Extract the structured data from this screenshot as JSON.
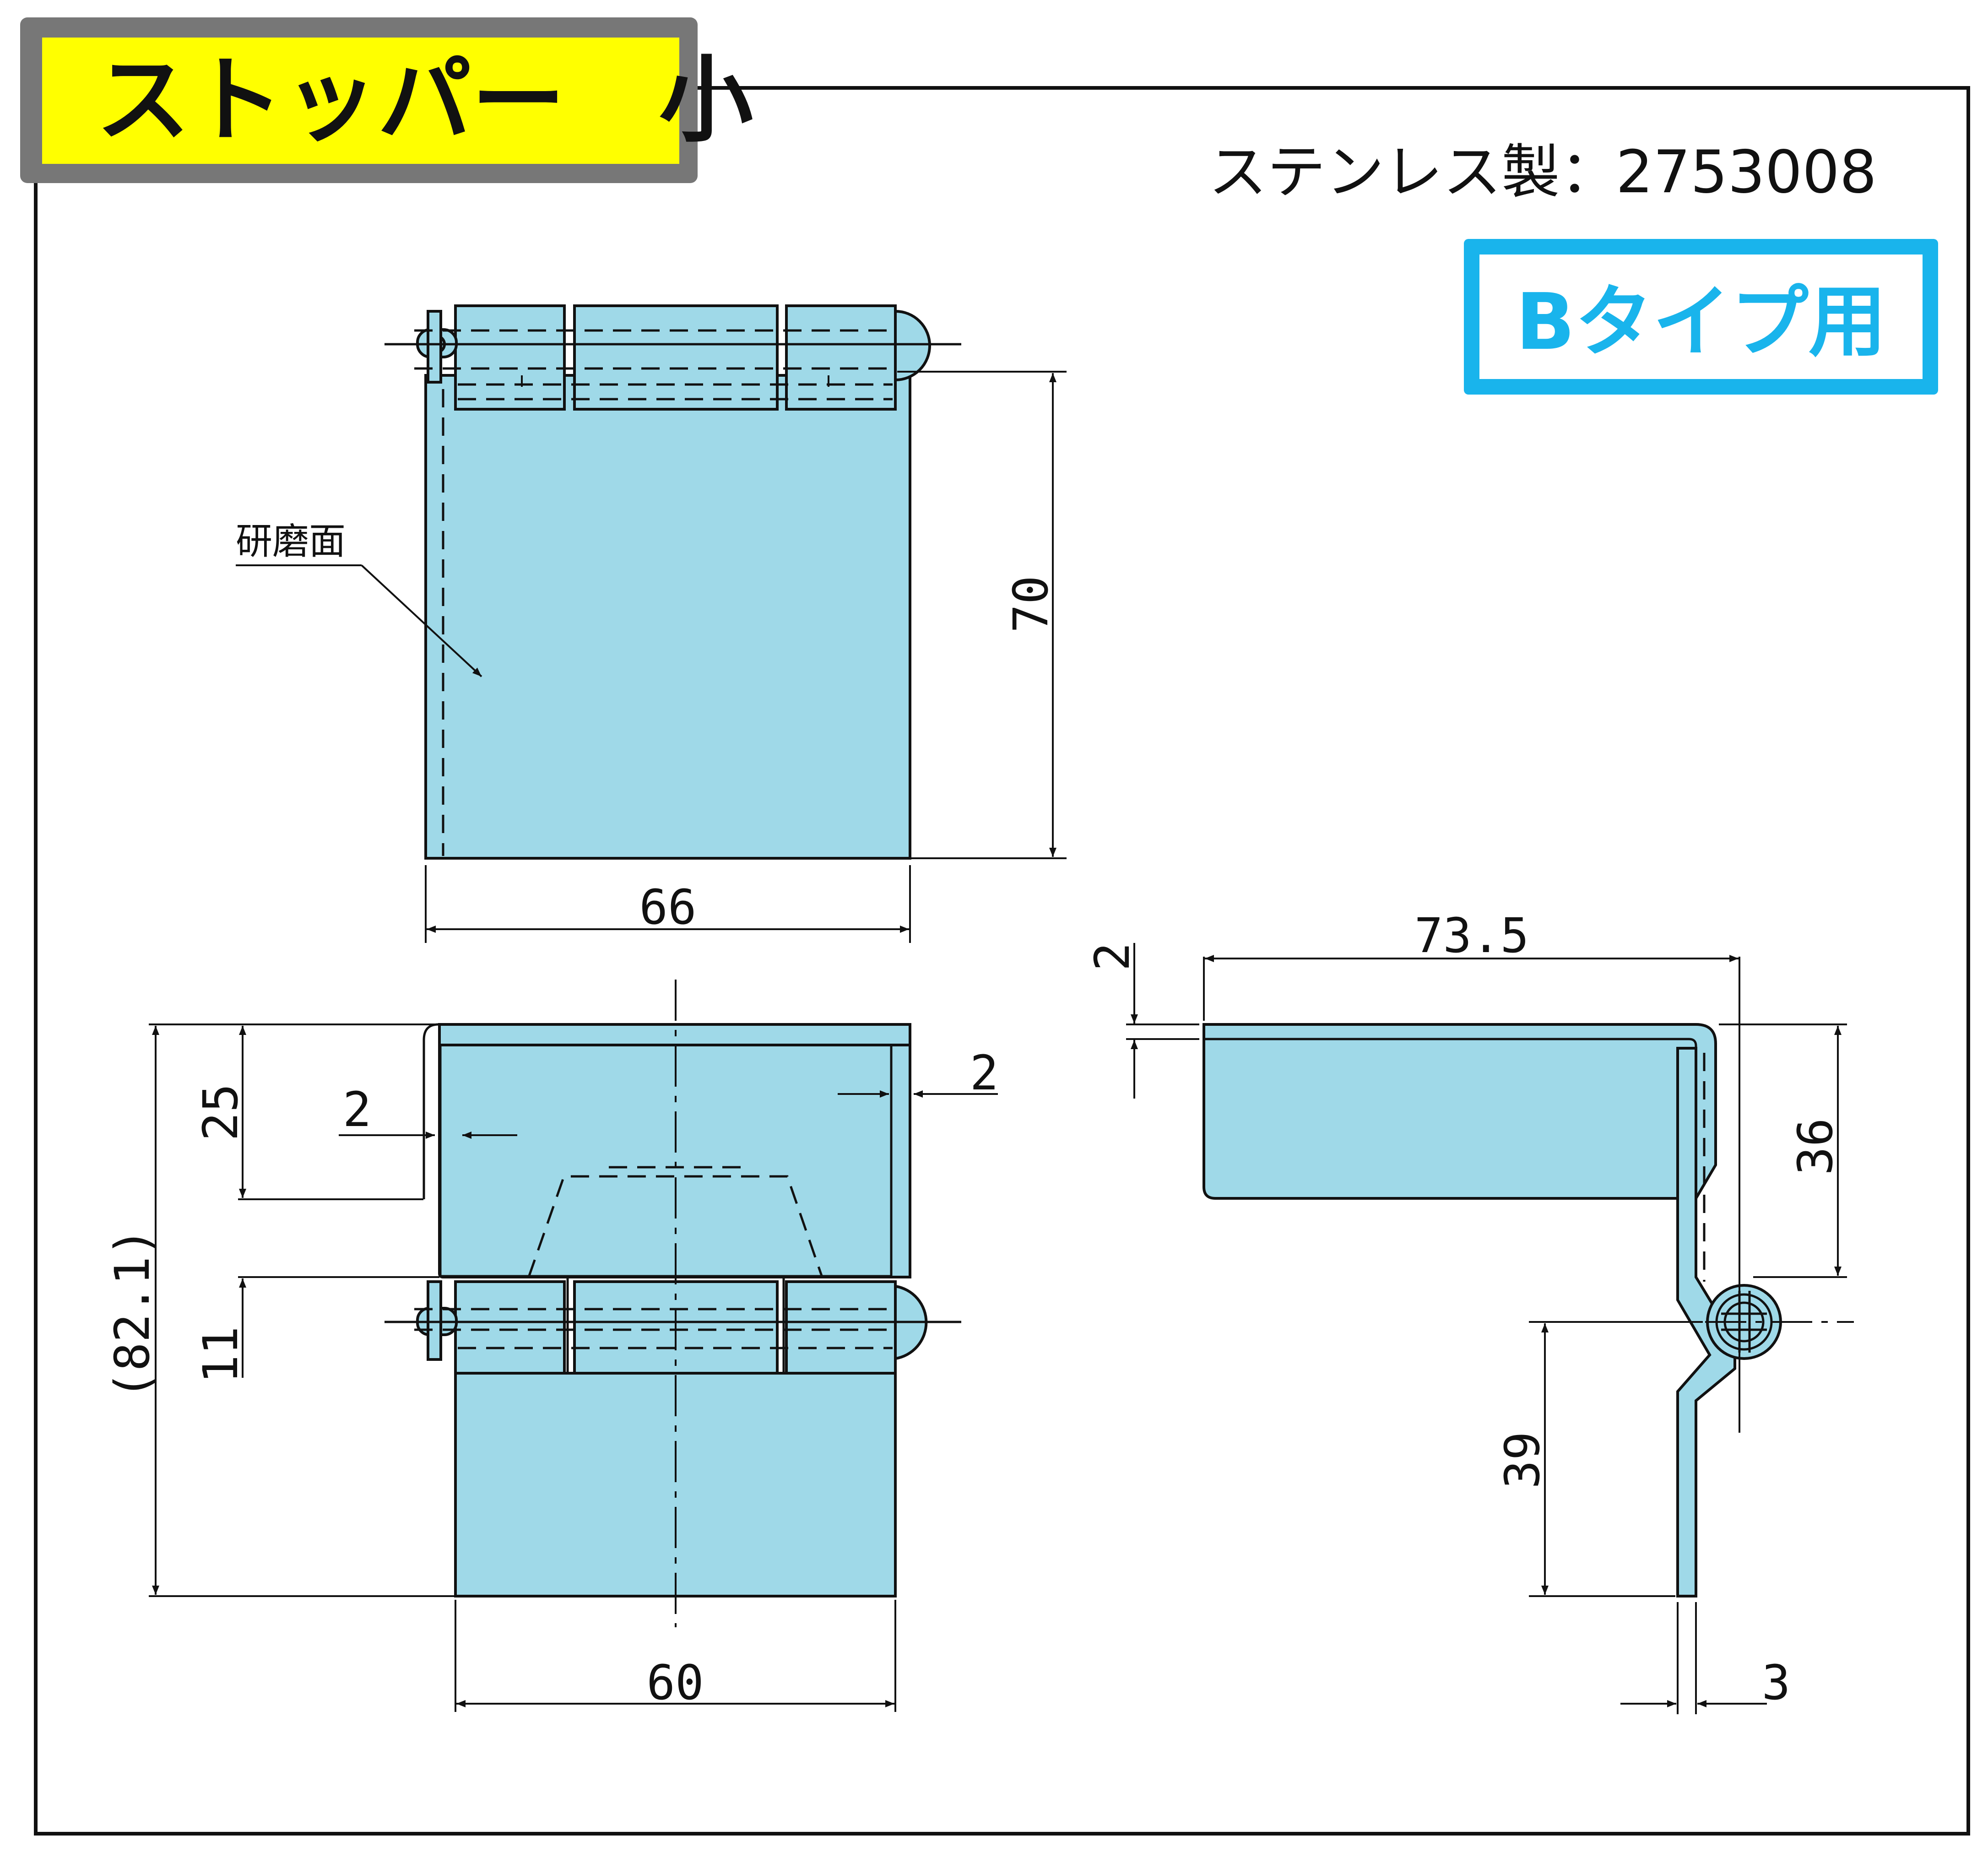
{
  "header": {
    "title": "ストッパー　小",
    "material": "ステンレス製：",
    "part_number": "2753008",
    "type_badge": "Bタイプ用"
  },
  "annotation": {
    "surface_label": "研磨面"
  },
  "dimensions": {
    "top_width": "66",
    "top_height": "70",
    "front_width": "60",
    "front_upper": "25",
    "front_hinge": "11",
    "front_total": "(82.1)",
    "front_thickness_left": "2",
    "front_thickness_right": "2",
    "side_length": "73.5",
    "side_thickness": "2",
    "side_upper": "36",
    "side_lower": "39",
    "side_plate": "3"
  },
  "colors": {
    "title_bg": "#ffff00",
    "title_frame": "#777777",
    "badge_border": "#19b4ec",
    "badge_text": "#19b4ec",
    "part_fill": "#9fd9e8"
  }
}
